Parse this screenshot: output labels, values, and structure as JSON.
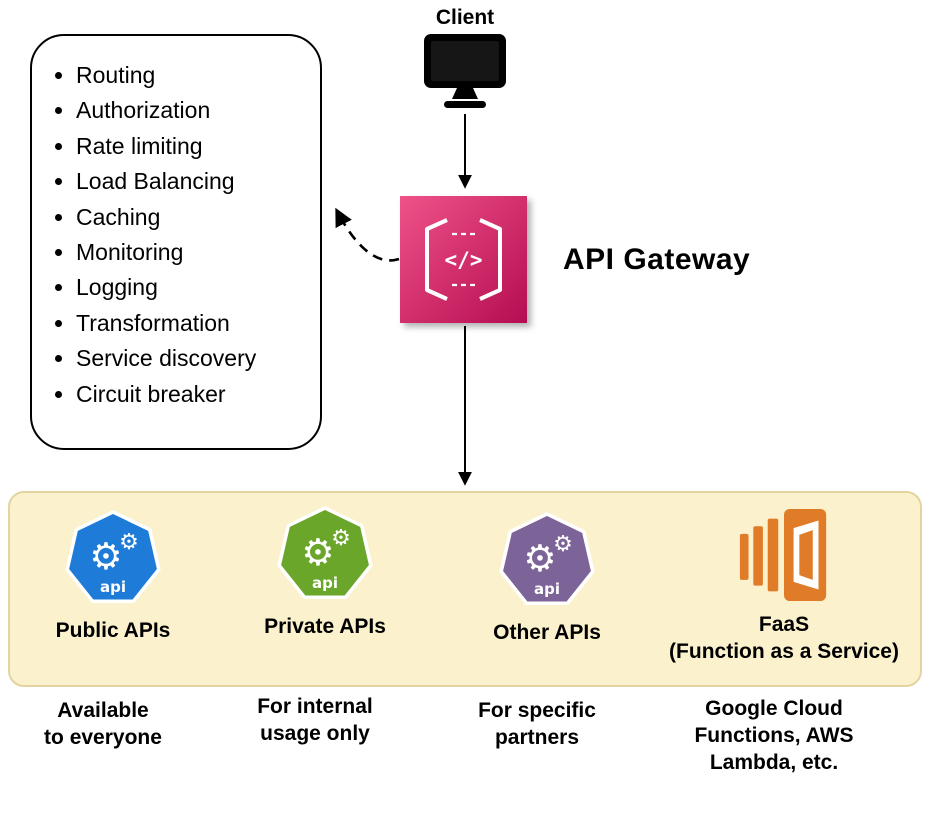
{
  "client": {
    "label": "Client"
  },
  "gateway": {
    "label": "API Gateway",
    "icon_text": "</>"
  },
  "features": {
    "items": [
      "Routing",
      "Authorization",
      "Rate limiting",
      "Load Balancing",
      "Caching",
      "Monitoring",
      "Logging",
      "Transformation",
      "Service discovery",
      "Circuit breaker"
    ]
  },
  "apis": {
    "icon_label": "api",
    "items": [
      {
        "title": "Public APIs",
        "color": "#1E7CD8",
        "caption_lines": [
          "Available",
          "to everyone"
        ]
      },
      {
        "title": "Private APIs",
        "color": "#69A62A",
        "caption_lines": [
          "For internal",
          "usage only"
        ]
      },
      {
        "title": "Other APIs",
        "color": "#7C6398",
        "caption_lines": [
          "For specific",
          "partners"
        ]
      },
      {
        "title": "FaaS",
        "subtitle": "(Function as a Service)",
        "color": "#E07B27",
        "caption_lines": [
          "Google Cloud",
          "Functions, AWS",
          "Lambda, etc."
        ]
      }
    ]
  },
  "icons": {
    "gear_glyph": "⚙",
    "client_icon": "monitor",
    "gateway_icon": "api-gateway",
    "api_icon": "heptagon-gears",
    "faas_icon": "faas-stack"
  },
  "colors": {
    "gateway_top": "#EF5289",
    "gateway_bottom": "#B50D51",
    "band_bg": "#FBF2CD",
    "band_border": "#E3D3A0",
    "arrow": "#000000"
  }
}
